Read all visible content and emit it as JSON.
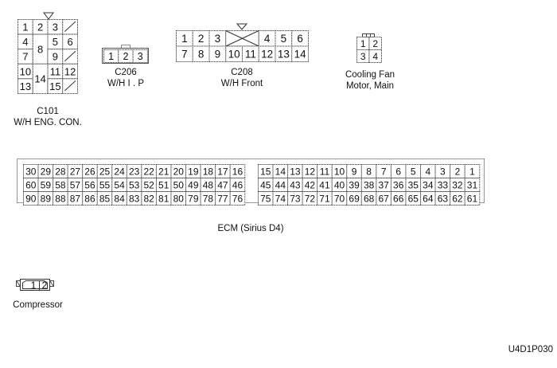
{
  "connectors": {
    "c101": {
      "code": "C101",
      "name": "W/H ENG. CON.",
      "cells": [
        {
          "pin": "1",
          "col": 0,
          "row": 0,
          "rs": 1
        },
        {
          "pin": "2",
          "col": 1,
          "row": 0,
          "rs": 1
        },
        {
          "pin": "3",
          "col": 2,
          "row": 0,
          "rs": 1
        },
        {
          "pin": "",
          "col": 3,
          "row": 0,
          "rs": 1,
          "blank": true
        },
        {
          "pin": "4",
          "col": 0,
          "row": 1,
          "rs": 1
        },
        {
          "pin": "5",
          "col": 2,
          "row": 1,
          "rs": 1
        },
        {
          "pin": "6",
          "col": 3,
          "row": 1,
          "rs": 1
        },
        {
          "pin": "7",
          "col": 0,
          "row": 2,
          "rs": 1
        },
        {
          "pin": "8",
          "col": 1,
          "row": 1,
          "rs": 2
        },
        {
          "pin": "9",
          "col": 2,
          "row": 2,
          "rs": 1
        },
        {
          "pin": "",
          "col": 3,
          "row": 2,
          "rs": 1,
          "blank": true
        },
        {
          "pin": "10",
          "col": 0,
          "row": 3,
          "rs": 1
        },
        {
          "pin": "11",
          "col": 2,
          "row": 3,
          "rs": 1
        },
        {
          "pin": "12",
          "col": 3,
          "row": 3,
          "rs": 1
        },
        {
          "pin": "13",
          "col": 0,
          "row": 4,
          "rs": 1
        },
        {
          "pin": "14",
          "col": 1,
          "row": 3,
          "rs": 2
        },
        {
          "pin": "15",
          "col": 2,
          "row": 4,
          "rs": 1
        },
        {
          "pin": "",
          "col": 3,
          "row": 4,
          "rs": 1,
          "blank": true
        }
      ]
    },
    "c206": {
      "code": "C206",
      "name": "W/H I . P",
      "pins": [
        "1",
        "2",
        "3"
      ]
    },
    "c208": {
      "code": "C208",
      "name": "W/H Front",
      "top_row": [
        "1",
        "2",
        "3",
        "X",
        "4",
        "5",
        "6"
      ],
      "bottom_row": [
        "7",
        "8",
        "9",
        "10",
        "11",
        "12",
        "13",
        "14"
      ]
    },
    "cooling_fan": {
      "name_line1": "Cooling Fan",
      "name_line2": "Motor, Main",
      "pins": [
        [
          "1",
          "2"
        ],
        [
          "3",
          "4"
        ]
      ]
    },
    "ecm": {
      "name": "ECM (Sirius D4)",
      "left_block": [
        [
          "30",
          "29",
          "28",
          "27",
          "26",
          "25",
          "24",
          "23",
          "22",
          "21",
          "20",
          "19",
          "18",
          "17",
          "16"
        ],
        [
          "60",
          "59",
          "58",
          "57",
          "56",
          "55",
          "54",
          "53",
          "52",
          "51",
          "50",
          "49",
          "48",
          "47",
          "46"
        ],
        [
          "90",
          "89",
          "88",
          "87",
          "86",
          "85",
          "84",
          "83",
          "82",
          "81",
          "80",
          "79",
          "78",
          "77",
          "76"
        ]
      ],
      "right_block": [
        [
          "15",
          "14",
          "13",
          "12",
          "11",
          "10",
          "9",
          "8",
          "7",
          "6",
          "5",
          "4",
          "3",
          "2",
          "1"
        ],
        [
          "45",
          "44",
          "43",
          "42",
          "41",
          "40",
          "39",
          "38",
          "37",
          "36",
          "35",
          "34",
          "33",
          "32",
          "31"
        ],
        [
          "75",
          "74",
          "73",
          "72",
          "71",
          "70",
          "69",
          "68",
          "67",
          "66",
          "65",
          "64",
          "63",
          "62",
          "61"
        ]
      ]
    },
    "compressor": {
      "name": "Compressor",
      "pins": [
        "1",
        "2"
      ]
    }
  },
  "figure_id": "U4D1P030"
}
